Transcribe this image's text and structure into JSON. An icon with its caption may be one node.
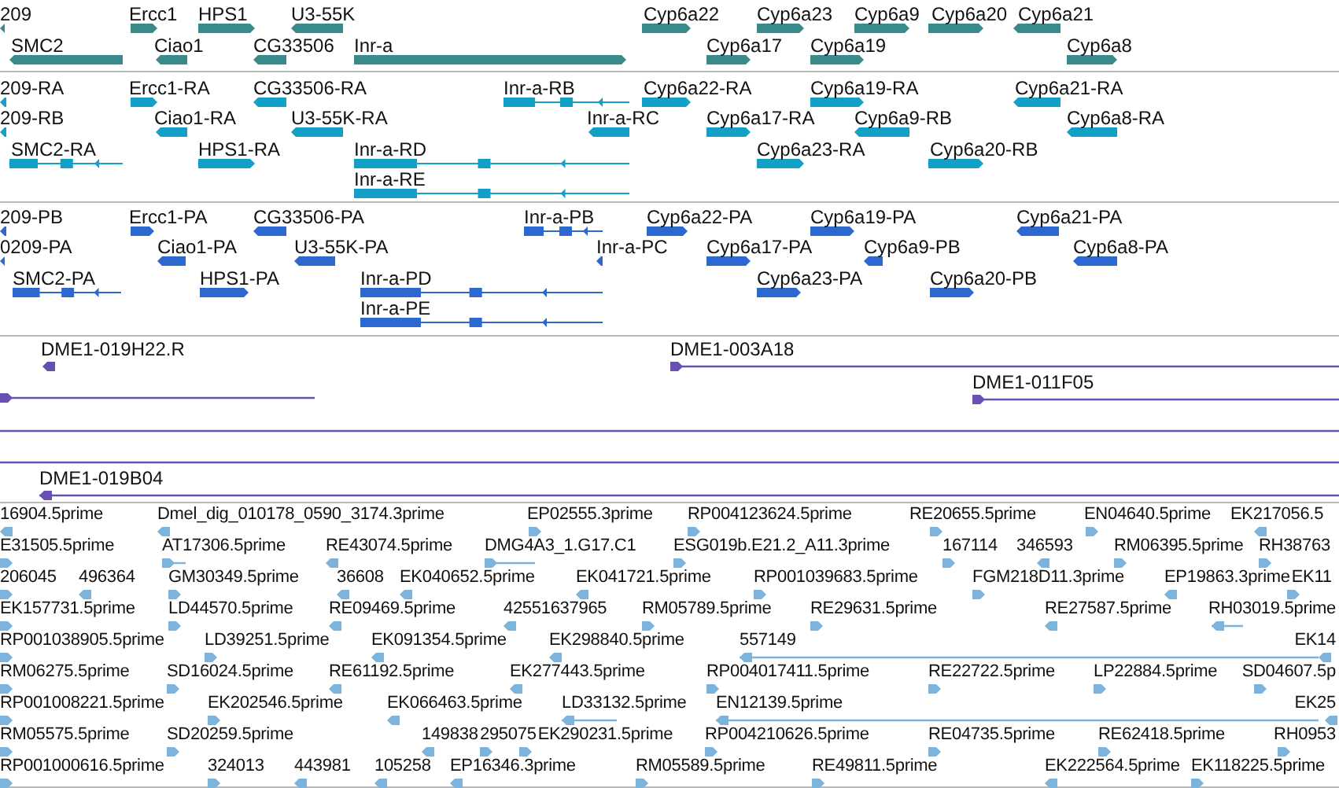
{
  "diagram": {
    "labels": [
      "209",
      "Ercc1",
      "HPS1",
      "U3-55K",
      "Cyp6a22",
      "Cyp6a23",
      "Cyp6a9",
      "Cyp6a20",
      "Cyp6a21",
      "SMC2",
      "Ciao1",
      "CG33506",
      "Inr-a",
      "Cyp6a17",
      "Cyp6a19",
      "Cyp6a8",
      "209-RA",
      "Ercc1-RA",
      "CG33506-RA",
      "Inr-a-RB",
      "Cyp6a22-RA",
      "Cyp6a19-RA",
      "Cyp6a21-RA",
      "209-RB",
      "Ciao1-RA",
      "U3-55K-RA",
      "Inr-a-RC",
      "Cyp6a17-RA",
      "Cyp6a9-RB",
      "Cyp6a8-RA",
      "SMC2-RA",
      "HPS1-RA",
      "Inr-a-RD",
      "Cyp6a23-RA",
      "Cyp6a20-RB",
      "Inr-a-RE",
      "209-PB",
      "Ercc1-PA",
      "CG33506-PA",
      "Inr-a-PB",
      "Cyp6a22-PA",
      "Cyp6a19-PA",
      "Cyp6a21-PA",
      "0209-PA",
      "Ciao1-PA",
      "U3-55K-PA",
      "Inr-a-PC",
      "Cyp6a17-PA",
      "Cyp6a9-PB",
      "Cyp6a8-PA",
      "SMC2-PA",
      "HPS1-PA",
      "Inr-a-PD",
      "Cyp6a23-PA",
      "Cyp6a20-PB",
      "Inr-a-PE",
      "DME1-019H22.R",
      "DME1-003A18",
      "DME1-011F05",
      "DME1-019B04",
      "16904.5prime",
      "Dmel_dig_010178_0590_3174.3prime",
      "EP02555.3prime",
      "RP004123624.5prime",
      "RE20655.5prime",
      "EN04640.5prime",
      "EK217056.5",
      "E31505.5prime",
      "AT17306.5prime",
      "RE43074.5prime",
      "DMG4A3_1.G17.C1",
      "ESG019b.E21.2_A11.3prime",
      "167114",
      "346593",
      "RM06395.5prime",
      "RH38763",
      "206045",
      "496364",
      "GM30349.5prime",
      "36608",
      "EK040652.5prime",
      "EK041721.5prime",
      "RP001039683.5prime",
      "FGM218D11.3prime",
      "EP19863.3prime",
      "EK11",
      "EK157731.5prime",
      "LD44570.5prime",
      "RE09469.5prime",
      "42551637965",
      "RM05789.5prime",
      "RE29631.5prime",
      "RE27587.5prime",
      "RH03019.5prime",
      "RP001038905.5prime",
      "LD39251.5prime",
      "EK091354.5prime",
      "EK298840.5prime",
      "557149",
      "EK14",
      "RM06275.5prime",
      "SD16024.5prime",
      "RE61192.5prime",
      "EK277443.5prime",
      "RP004017411.5prime",
      "RE22722.5prime",
      "LP22884.5prime",
      "SD04607.5p",
      "RP001008221.5prime",
      "EK202546.5prime",
      "EK066463.5prime",
      "LD33132.5prime",
      "EN12139.5prime",
      "EK25",
      "RM05575.5prime",
      "SD20259.5prime",
      "149838",
      "295075",
      "EK290231.5prime",
      "RP004210626.5prime",
      "RE04735.5prime",
      "RE62418.5prime",
      "RH0953",
      "RP001000616.5prime",
      "324013",
      "443981",
      "105258",
      "EP16346.3prime",
      "RM05589.5prime",
      "RE49811.5prime",
      "EK222564.5prime",
      "EK118225.5prime"
    ]
  }
}
